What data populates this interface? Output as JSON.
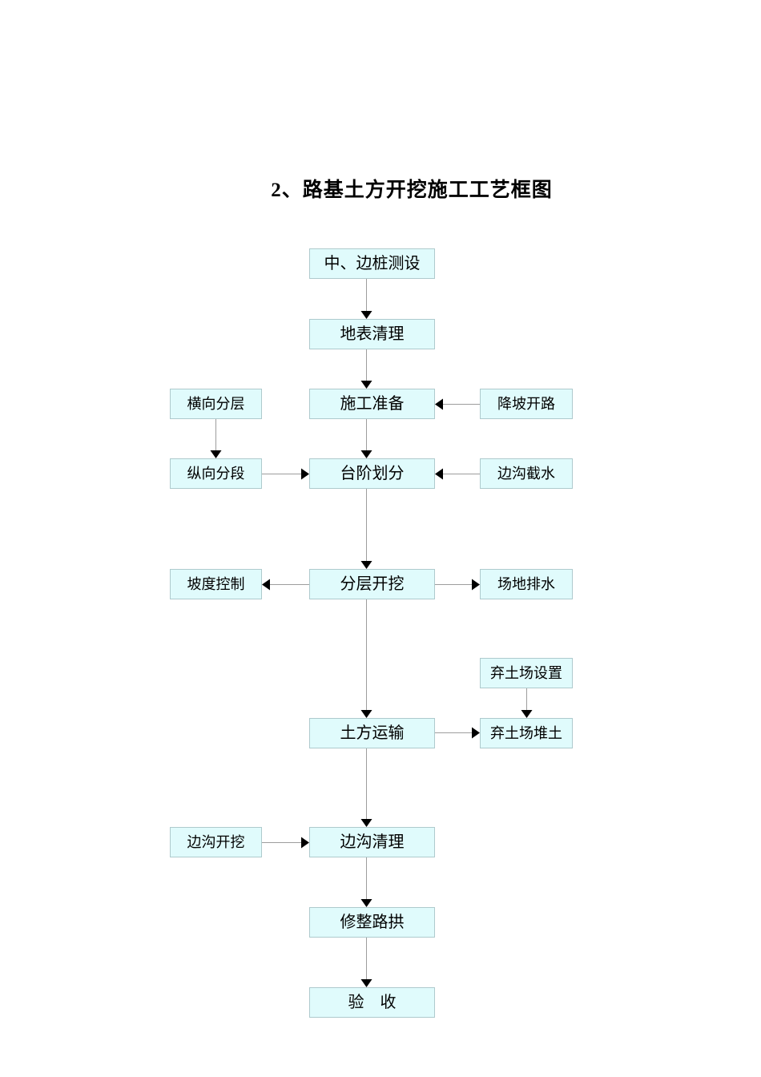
{
  "document": {
    "title": "2、路基土方开挖施工工艺框图"
  },
  "flowchart": {
    "main_column": [
      {
        "label": "中、边桩测设"
      },
      {
        "label": "地表清理"
      },
      {
        "label": "施工准备"
      },
      {
        "label": "台阶划分"
      },
      {
        "label": "分层开挖"
      },
      {
        "label": "土方运输"
      },
      {
        "label": "边沟清理"
      },
      {
        "label": "修整路拱"
      },
      {
        "label": "验　收"
      }
    ],
    "left_column": [
      {
        "label": "横向分层"
      },
      {
        "label": "纵向分段"
      },
      {
        "label": "坡度控制"
      },
      {
        "label": "边沟开挖"
      }
    ],
    "right_column": [
      {
        "label": "降坡开路"
      },
      {
        "label": "边沟截水"
      },
      {
        "label": "场地排水"
      },
      {
        "label": "弃土场设置"
      },
      {
        "label": "弃土场堆土"
      }
    ],
    "connections": [
      {
        "from": "中、边桩测设",
        "to": "地表清理"
      },
      {
        "from": "地表清理",
        "to": "施工准备"
      },
      {
        "from": "降坡开路",
        "to": "施工准备"
      },
      {
        "from": "施工准备",
        "to": "台阶划分"
      },
      {
        "from": "横向分层",
        "to": "纵向分段"
      },
      {
        "from": "纵向分段",
        "to": "台阶划分"
      },
      {
        "from": "边沟截水",
        "to": "台阶划分"
      },
      {
        "from": "台阶划分",
        "to": "分层开挖"
      },
      {
        "from": "分层开挖",
        "to": "坡度控制"
      },
      {
        "from": "分层开挖",
        "to": "场地排水"
      },
      {
        "from": "分层开挖",
        "to": "土方运输"
      },
      {
        "from": "弃土场设置",
        "to": "弃土场堆土"
      },
      {
        "from": "土方运输",
        "to": "弃土场堆土"
      },
      {
        "from": "土方运输",
        "to": "边沟清理"
      },
      {
        "from": "边沟开挖",
        "to": "边沟清理"
      },
      {
        "from": "边沟清理",
        "to": "修整路拱"
      },
      {
        "from": "修整路拱",
        "to": "验收"
      }
    ]
  },
  "colors": {
    "box_fill": "#e0fbfc",
    "box_border": "#aecacd",
    "connector_line": "#9d9d9d",
    "arrowhead": "#000000",
    "text": "#000000",
    "page_background": "#ffffff"
  }
}
